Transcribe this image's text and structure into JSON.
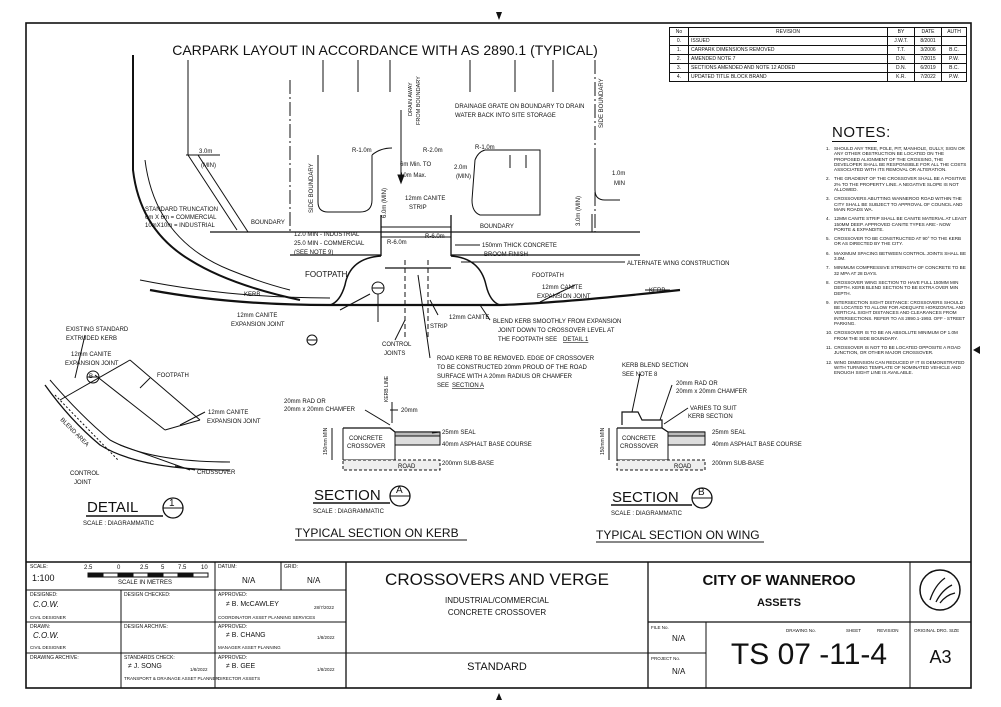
{
  "main_title": "CARPARK LAYOUT IN ACCORDANCE WITH AS 2890.1 (TYPICAL)",
  "revisions": {
    "headers": [
      "No",
      "REVISION",
      "BY",
      "DATE",
      "AUTH"
    ],
    "rows": [
      [
        "0.",
        "ISSUED",
        "J.W.T.",
        "8/2001",
        ""
      ],
      [
        "1.",
        "CARPARK DIMENSIONS REMOVED",
        "T.T.",
        "3/2006",
        "B.C."
      ],
      [
        "2.",
        "AMENDED NOTE 7",
        "D.N.",
        "7/2015",
        "P.W."
      ],
      [
        "3.",
        "SECTIONS AMENDED AND NOTE 12 ADDED",
        "D.N.",
        "6/2019",
        "B.C."
      ],
      [
        "4.",
        "UPDATED TITLE BLOCK BRAND",
        "K.R.",
        "7/2022",
        "P.W."
      ]
    ]
  },
  "notes": {
    "title": "NOTES:",
    "items": [
      "SHOULD ANY TREE, POLE, PIT, MANHOLE, GULLY, SIGN OR ANY OTHER OBSTRUCTION BE LOCATED ON THE PROPOSED ALIGNMENT OF THE CROSSING, THE DEVELOPER SHALL BE RESPONSIBLE FOR ALL THE COSTS ASSOCIATED WITH ITS REMOVAL OR ALTERATION.",
      "THE GRADIENT OF THE CROSSOVER SHALL BE A POSITIVE 2% TO THE PROPERTY LINE. A NEGATIVE SLOPE IS NOT ALLOWED.",
      "CROSSOVERS ABUTTING WANNEROO ROAD WITHIN THE CITY SHALL BE SUBJECT TO APPROVAL OF COUNCIL AND MAIN ROADS WA.",
      "12mm CANITE STRIP SHALL BE CANITE MATERIAL AT LEAST 150mm DEEP. APPROVED CANITE TYPES ARE:- NOW PORITE & EXPANDITE.",
      "CROSSOVER TO BE CONSTRUCTED AT 90° TO THE KERB OR AS DIRECTED BY THE CITY.",
      "MAXIMUM SPACING BETWEEN CONTROL JOINTS SHALL BE 3.0m.",
      "MINIMUM COMPRESSIVE STRENGTH OF CONCRETE TO BE 32 MPa AT 28 DAYS.",
      "CROSSOVER WING SECTION TO HAVE FULL 150mm MIN DEPTH. KERB BLEND SECTION TO BE EXTRA OVER MIN DEPTH.",
      "INTERSECTION SIGHT DISTANCE: CROSSOVERS SHOULD BE LOCATED TO ALLOW FOR ADEQUATE HORIZONTAL AND VERTICAL SIGHT DISTANCES AND CLEARANCES FROM INTERSECTIONS. REFER TO AS 2890.1-1993. OFF - STREET PARKING.",
      "CROSSOVER IS TO BE AN ABSOLUTE MINIMUM OF 1.0m FROM THE SIDE BOUNDARY.",
      "CROSSOVER IS NOT TO BE LOCATED OPPOSITE A ROAD JUNCTION, OR OTHER MAJOR CROSSOVER.",
      "WING DIMENSION CAN REDUCED IF IT IS DEMONSTRATED WITH TURNING TEMPLATE OF NOMINATED VEHICLE AND ENOUGH SIGHT LINE IS AVAILABLE."
    ]
  },
  "plan_labels": {
    "drain_away": "DRAIN AWAY",
    "from_boundary": "FROM BOUNDARY",
    "drainage_grate": "DRAINAGE GRATE ON BOUNDARY TO DRAIN",
    "drainage_grate2": "WATER BACK INTO SITE STORAGE",
    "side_boundary": "SIDE BOUNDARY",
    "dim_3m": "3.0m",
    "min": "(MIN)",
    "r1": "R-1.0m",
    "r2": "R-2.0m",
    "r6": "R-6.0m",
    "six_min_to": "6m Min. TO",
    "ten_max": "10m Max.",
    "dim_2m": "2.0m",
    "dim_1m": "1.0m",
    "min_plain": "MIN",
    "dim_6m": "6.0m (MIN)",
    "dim_3m_min": "3.0m (MIN)",
    "canite_strip": "12mm CANITE",
    "strip": "STRIP",
    "standard_trunc": "STANDARD TRUNCATION",
    "trunc_comm": "6m X 6m = COMMERCIAL",
    "trunc_ind": "10mX10m = INDUSTRIAL",
    "boundary": "BOUNDARY",
    "twelve_min": "12.0 MIN - INDUSTRIAL",
    "twentyfive_min": "25.0 MIN - COMMERCIAL",
    "see_note9": "(SEE NOTE 9)",
    "thick_concrete": "150mm THICK CONCRETE",
    "broom": "BROOM FINISH",
    "alt_wing": "ALTERNATE WING CONSTRUCTION",
    "footpath": "FOOTPATH",
    "kerb": "KERB",
    "canite_exp": "12mm CANITE",
    "exp_joint": "EXPANSION JOINT",
    "control": "CONTROL",
    "joints": "JOINTS",
    "blend_kerb": "BLEND KERB SMOOTHLY FROM EXPANSION",
    "blend_kerb2": "JOINT DOWN TO CROSSOVER LEVEL AT",
    "blend_kerb3": "THE FOOTPATH SEE",
    "detail1": "DETAIL 1",
    "road_kerb": "ROAD KERB TO BE REMOVED. EDGE OF CROSSOVER",
    "road_kerb2": "TO BE CONSTRUCTED 20mm PROUD OF THE ROAD",
    "road_kerb3": "SURFACE WITH A 20mm RADIUS OR CHAMFER",
    "road_kerb4": "SEE",
    "section_a_ref": "SECTION A"
  },
  "detail": {
    "existing": "EXISTING STANDARD",
    "extruded": "EXTRUDED KERB",
    "canite": "12mm CANITE",
    "exp": "EXPANSION JOINT",
    "footpath": "FOOTPATH",
    "blend_area": "BLEND AREA",
    "control": "CONTROL",
    "joint": "JOINT",
    "crossover": "CROSSOVER",
    "title": "DETAIL",
    "number": "1",
    "scale": "SCALE : DIAGRAMMATIC",
    "b_marker": "B"
  },
  "section_a": {
    "title": "SECTION",
    "letter": "A",
    "scale": "SCALE : DIAGRAMMATIC",
    "subtitle": "TYPICAL SECTION ON KERB",
    "rad": "20mm RAD OR",
    "chamfer": "20mm x 20mm CHAMFER",
    "kerb_line": "KERB LINE",
    "dim20": "20mm",
    "dim150": "150mm MIN",
    "concrete": "CONCRETE",
    "crossover": "CROSSOVER",
    "seal": "25mm SEAL",
    "asphalt": "40mm ASPHALT BASE COURSE",
    "subbase": "200mm SUB-BASE",
    "road": "ROAD"
  },
  "section_b": {
    "title": "SECTION",
    "letter": "B",
    "scale": "SCALE : DIAGRAMMATIC",
    "subtitle": "TYPICAL SECTION ON WING",
    "kerb_blend": "KERB BLEND SECTION",
    "see_note8": "SEE NOTE 8",
    "rad": "20mm RAD OR",
    "chamfer": "20mm x 20mm CHAMFER",
    "varies": "VARIES TO SUIT",
    "kerb_section": "KERB SECTION",
    "dim150": "150mm MIN",
    "concrete": "CONCRETE",
    "crossover": "CROSSOVER",
    "seal": "25mm SEAL",
    "asphalt": "40mm ASPHALT BASE COURSE",
    "subbase": "200mm SUB-BASE",
    "road": "ROAD"
  },
  "title_block": {
    "scale_label": "SCALE:",
    "scale_value": "1:100",
    "scale_ticks": [
      "2.5",
      "0",
      "2.5",
      "5",
      "7.5",
      "10"
    ],
    "scale_metres": "SCALE IN METRES",
    "datum_label": "DATUM:",
    "datum_value": "N/A",
    "grid_label": "GRID:",
    "grid_value": "N/A",
    "designed_label": "DESIGNED:",
    "designed_value": "C.O.W.",
    "designed_role": "CIVIL DESIGNER",
    "design_checked": "DESIGN CHECKED:",
    "approved1_label": "APPROVED:",
    "approved1_name": "≠ B. McCAWLEY",
    "approved1_date": "28/7/2022",
    "approved1_role": "COORDINATOR ASSET PLANNING SERVICES",
    "drawn_label": "DRAWN:",
    "drawn_value": "C.O.W.",
    "drawn_role": "CIVIL DESIGNER",
    "design_archive": "DESIGN ARCHIVE:",
    "approved2_label": "APPROVED:",
    "approved2_name": "≠ B. CHANG",
    "approved2_date": "1/8/2022",
    "approved2_role": "MANAGER ASSET PLANNING",
    "drawing_archive": "DRAWING ARCHIVE:",
    "standards_label": "STANDARDS CHECK:",
    "standards_name": "≠ J. SONG",
    "standards_date": "1/8/2022",
    "standards_role": "TRANSPORT & DRAINAGE ASSET PLANNER",
    "approved3_label": "APPROVED:",
    "approved3_name": "≠ B. GEE",
    "approved3_date": "1/8/2022",
    "approved3_role": "DIRECTOR ASSETS",
    "drawing_title": "CROSSOVERS AND VERGE",
    "drawing_sub1": "INDUSTRIAL/COMMERCIAL",
    "drawing_sub2": "CONCRETE CROSSOVER",
    "standard": "STANDARD",
    "org": "CITY OF WANNEROO",
    "dept": "ASSETS",
    "file_label": "FILE No.",
    "file_value": "N/A",
    "project_label": "PROJECT No.",
    "project_value": "N/A",
    "drawing_no_label": "DRAWING No.",
    "sheet_label": "SHEET",
    "revision_label": "REVISION",
    "drawing_no": "TS 07 -11-4",
    "size_label": "ORIGINAL DRG. SIZE",
    "size_value": "A3"
  }
}
